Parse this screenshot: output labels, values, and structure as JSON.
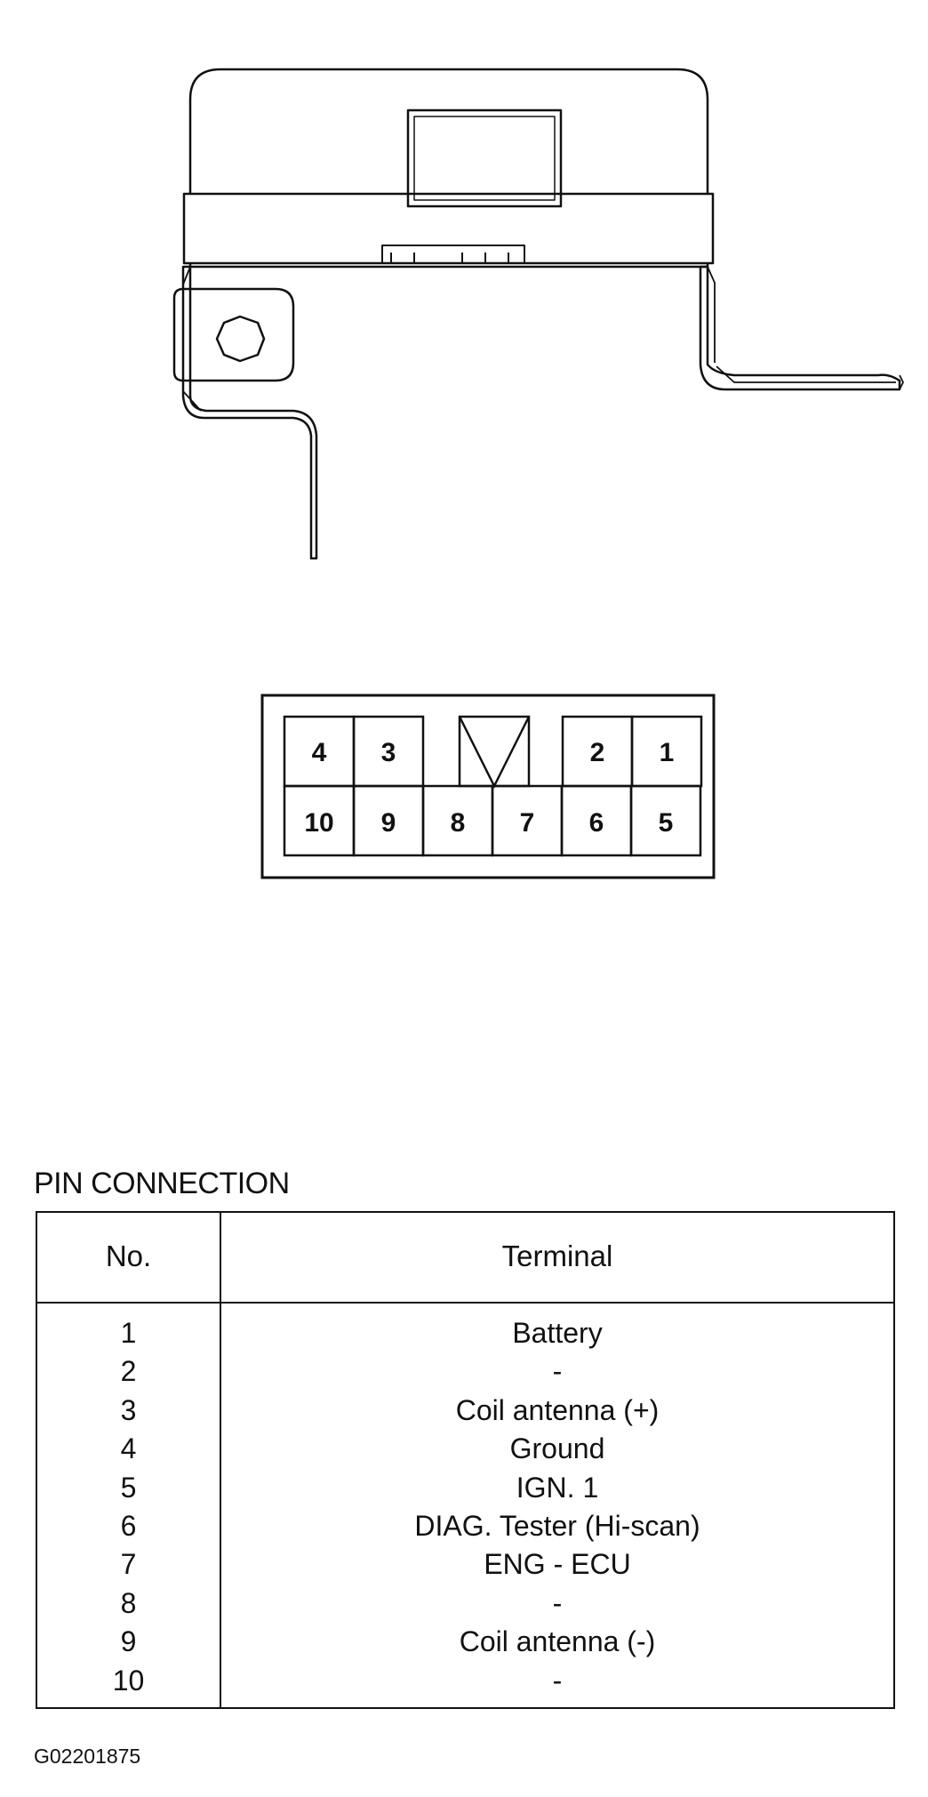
{
  "connector": {
    "top_row": [
      "4",
      "3",
      "2",
      "1"
    ],
    "bottom_row": [
      "10",
      "9",
      "8",
      "7",
      "6",
      "5"
    ]
  },
  "pin_connection": {
    "title": "PIN CONNECTION",
    "headers": {
      "no": "No.",
      "terminal": "Terminal"
    },
    "rows": [
      {
        "no": "1",
        "terminal": "Battery"
      },
      {
        "no": "2",
        "terminal": "-"
      },
      {
        "no": "3",
        "terminal": "Coil antenna (+)"
      },
      {
        "no": "4",
        "terminal": "Ground"
      },
      {
        "no": "5",
        "terminal": "IGN. 1"
      },
      {
        "no": "6",
        "terminal": "DIAG. Tester (Hi-scan)"
      },
      {
        "no": "7",
        "terminal": "ENG - ECU"
      },
      {
        "no": "8",
        "terminal": "-"
      },
      {
        "no": "9",
        "terminal": "Coil antenna (-)"
      },
      {
        "no": "10",
        "terminal": "-"
      }
    ]
  },
  "figure_code": "G02201875"
}
